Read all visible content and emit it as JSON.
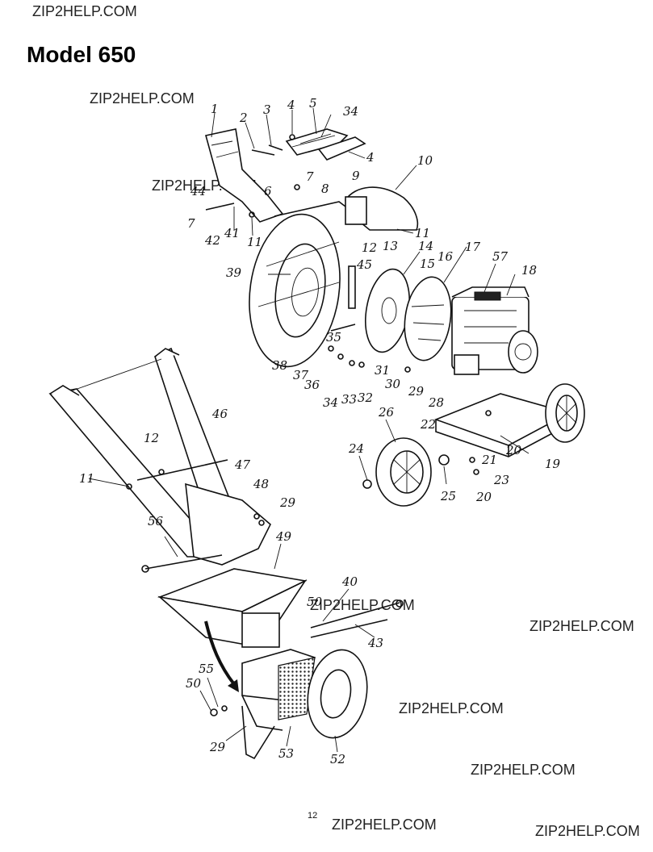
{
  "header": {
    "title": "Model 650"
  },
  "watermark": "ZIP2HELP.COM",
  "page_number": "12",
  "callouts": {
    "c1": "1",
    "c2": "2",
    "c3": "3",
    "c4a": "4",
    "c5": "5",
    "c34a": "34",
    "c4b": "4",
    "c10": "10",
    "c44": "44",
    "c6": "6",
    "c7a": "7",
    "c9": "9",
    "c8": "8",
    "c7b": "7",
    "c42": "42",
    "c41": "41",
    "c11a": "11",
    "c12a": "12",
    "c13": "13",
    "c11b": "11",
    "c14": "14",
    "c17": "17",
    "c57": "57",
    "c18": "18",
    "c16": "16",
    "c15": "15",
    "c45": "45",
    "c39": "39",
    "c35": "35",
    "c38": "38",
    "c37": "37",
    "c36": "36",
    "c34b": "34",
    "c33": "33",
    "c32": "32",
    "c31": "31",
    "c30": "30",
    "c29a": "29",
    "c28": "28",
    "c46": "46",
    "c12b": "12",
    "c47": "47",
    "c11c": "11",
    "c48": "48",
    "c29b": "29",
    "c56": "56",
    "c49": "49",
    "c26": "26",
    "c22": "22",
    "c24": "24",
    "c25": "25",
    "c21": "21",
    "c20a": "20",
    "c23": "23",
    "c20b": "20",
    "c19": "19",
    "c40": "40",
    "c50a": "50",
    "c43": "43",
    "c55": "55",
    "c50b": "50",
    "c29c": "29",
    "c53": "53",
    "c52": "52"
  }
}
